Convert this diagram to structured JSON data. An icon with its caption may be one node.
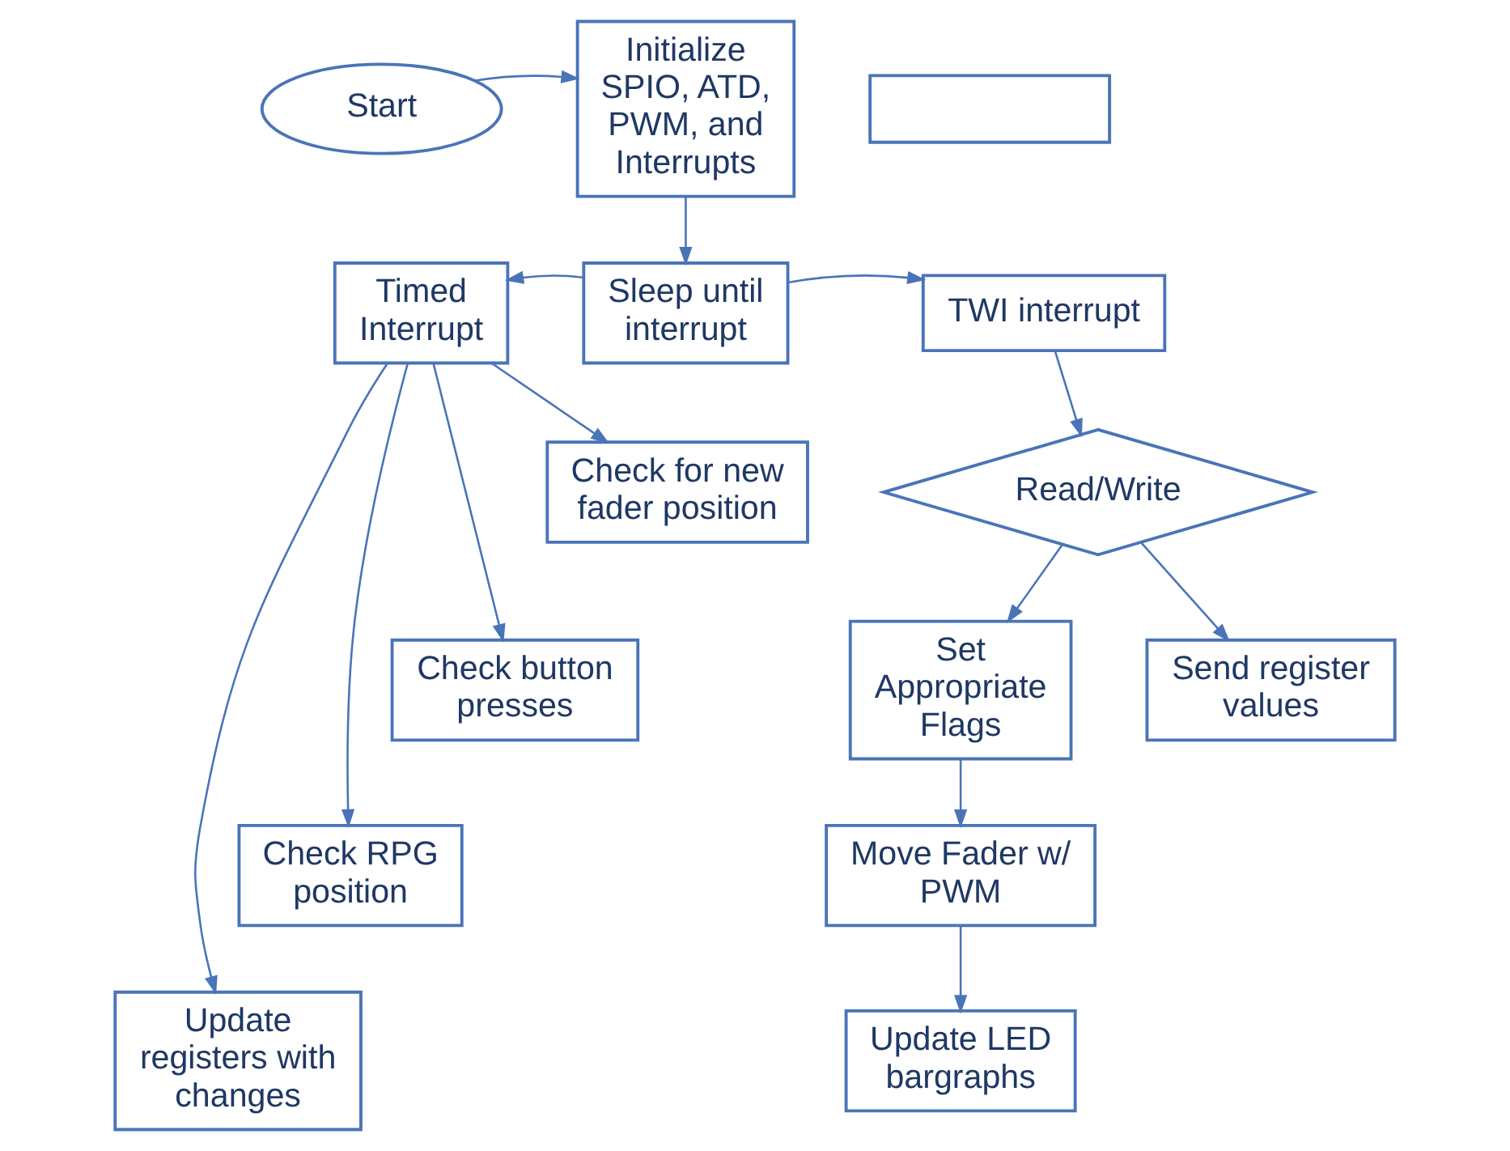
{
  "diagram": {
    "nodes": [
      {
        "text": [
          "Start"
        ]
      },
      {
        "text": [
          "Initialize SPIO, ATD, PWM, and Interrupts"
        ]
      },
      {
        "text": [],
        "shape": "box"
      },
      {
        "text": [
          "Timed Interrupt"
        ]
      },
      {
        "text": [
          "Sleep until interrupt"
        ]
      },
      {
        "text": [
          "TWI interrupt"
        ]
      },
      {
        "text": [
          "Check for new fader position"
        ]
      },
      {
        "text": [
          "Read/Write"
        ]
      },
      {
        "text": [
          "Check button presses"
        ]
      },
      {
        "text": [
          "Set Appropriate Flags"
        ]
      },
      {
        "text": [
          "Send register values"
        ]
      },
      {
        "text": [
          "Check RPG position"
        ]
      },
      {
        "text": [
          "Move Fader w/ PWM"
        ]
      },
      {
        "text": [
          "Update registers with changes"
        ]
      },
      {
        "text": [
          "Update LED bargraphs"
        ]
      }
    ],
    "edges": [
      {
        "from": 0,
        "to": 1,
        "arrow": "to"
      },
      {
        "from": 1,
        "to": 4,
        "arrow": "to"
      },
      {
        "from": 4,
        "to": 3,
        "arrow": "to"
      },
      {
        "from": 4,
        "to": 5,
        "arrow": "to"
      },
      {
        "from": 5,
        "to": 7,
        "arrow": "to"
      },
      {
        "from": 3,
        "to": 6,
        "arrow": "to"
      },
      {
        "from": 3,
        "to": 8,
        "arrow": "to"
      },
      {
        "from": 3,
        "to": 11,
        "arrow": "to"
      },
      {
        "from": 3,
        "to": 13,
        "arrow": "to"
      },
      {
        "from": 7,
        "to": 9,
        "arrow": "to"
      },
      {
        "from": 7,
        "to": 10,
        "arrow": "to"
      },
      {
        "from": 9,
        "to": 12,
        "arrow": "to"
      },
      {
        "from": 12,
        "to": 14,
        "arrow": "to"
      }
    ]
  }
}
